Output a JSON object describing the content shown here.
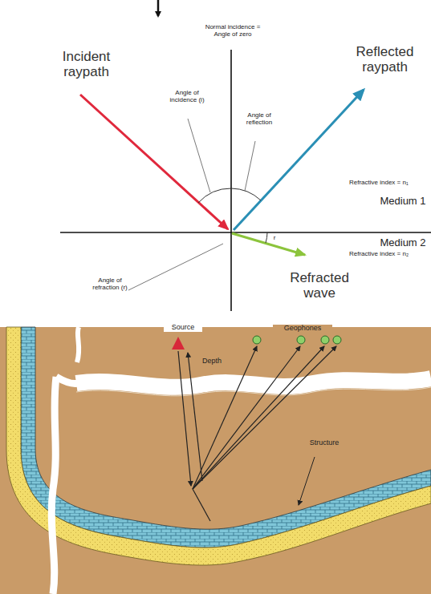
{
  "diagram": {
    "labels": [
      "Normal incidence = Angle of zero",
      "Incident raypath",
      "Angle of incidence (i)",
      "Angle of reflection",
      "Reflected raypath",
      "Refractive index = n₁",
      "Medium 1",
      "Medium 2",
      "Refractive index = n₂",
      "Angle of refraction (r)",
      "r",
      "Refracted wave",
      "Source",
      "Geophones",
      "Depth",
      "Structure"
    ]
  }
}
